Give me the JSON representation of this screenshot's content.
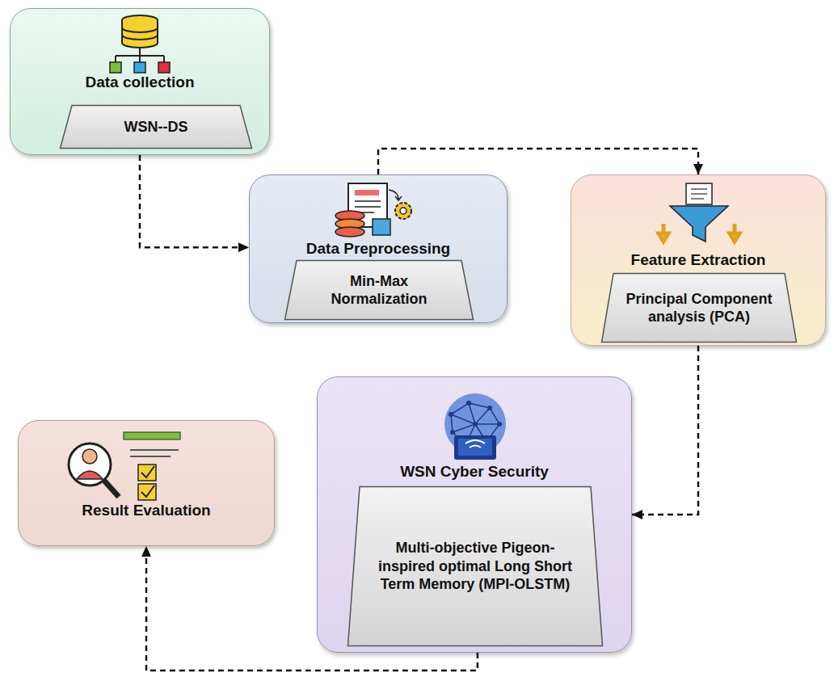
{
  "diagram": {
    "nodes": [
      {
        "text": [
          "Data collection"
        ]
      },
      {
        "text": [
          "WSN--DS"
        ],
        "in": 0
      },
      {
        "text": [
          "Data Preprocessing"
        ]
      },
      {
        "text": [
          "Min-Max Normalization"
        ],
        "in": 2
      },
      {
        "text": [
          "Feature Extraction"
        ]
      },
      {
        "text": [
          "Principal Component analysis (PCA)"
        ],
        "in": 4
      },
      {
        "text": [
          "Result Evaluation"
        ]
      },
      {
        "text": [
          "WSN Cyber Security"
        ]
      },
      {
        "text": [
          "Multi-objective Pigeon-inspired optimal Long Short Term Memory (MPI-OLSTM)"
        ],
        "in": 7
      }
    ],
    "edges": [
      {
        "from": 0,
        "to": 2,
        "arrow": "to"
      },
      {
        "from": 2,
        "to": 4,
        "arrow": "to"
      },
      {
        "from": 4,
        "to": 7,
        "arrow": "to"
      },
      {
        "from": 7,
        "to": 6,
        "arrow": "to"
      }
    ]
  }
}
